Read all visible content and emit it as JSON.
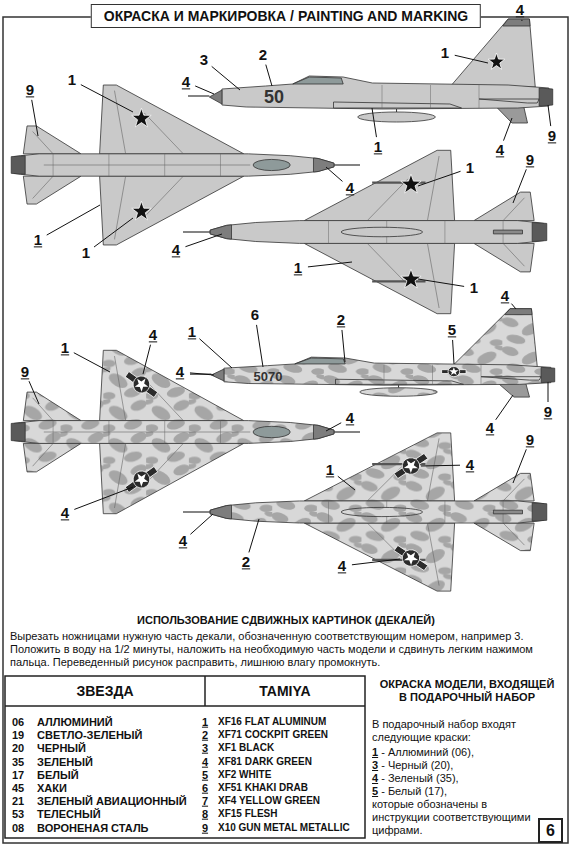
{
  "diagram": {
    "title": "ОКРАСКА И МАРКИРОВКА / PAINTING AND MARKING",
    "nodes": [
      {
        "text": [
          "6"
        ]
      }
    ],
    "labels": [
      "1",
      "9",
      "1",
      "1",
      "4",
      "3",
      "2",
      "50",
      "4",
      "1",
      "1",
      "4",
      "4",
      "9",
      "9",
      "1",
      "4",
      "1",
      "1",
      "1",
      "4",
      "9",
      "4",
      "4",
      "6",
      "5070",
      "1",
      "4",
      "2",
      "5",
      "4",
      "4",
      "9",
      "9",
      "4",
      "1",
      "4",
      "2",
      "4",
      "ИСПОЛЬЗОВАНИЕ СДВИЖНЫХ КАРТИНОК (ДЕКАЛЕЙ)",
      "Вырезать ножницами нужную часть декали, обозначенную соответствующим номером, например 3. Положить в воду на 1/2 минуты, наложить на необходимую часть модели и сдвинуть легким нажимом пальца. Переведенный рисунок расправить, лишнюю влагу промокнуть.",
      "ЗВЕЗДА",
      "TAMIYA",
      "06",
      "АЛЛЮМИНИЙ",
      "1",
      "XF16 FLAT ALUMINUM",
      "19",
      "СВЕТЛО-ЗЕЛЕНЫЙ",
      "2",
      "XF71 COCKPIT GREEN",
      "20",
      "ЧЕРНЫЙ",
      "3",
      "XF1 BLACK",
      "35",
      "ЗЕЛЕНЫЙ",
      "4",
      "XF81 DARK GREEN",
      "17",
      "БЕЛЫЙ",
      "5",
      "XF2 WHITE",
      "45",
      "ХАКИ",
      "6",
      "XF51 KHAKI DRAB",
      "21",
      "ЗЕЛЕНЫЙ АВИАЦИОННЫЙ",
      "7",
      "XF4 YELLOW GREEN",
      "53",
      "ТЕЛЕСНЫЙ",
      "8",
      "XF15 FLESH",
      "08",
      "ВОРОНЕНАЯ СТАЛЬ",
      "9",
      "X10 GUN METAL METALLIC",
      "ОКРАСКА МОДЕЛИ, ВХОДЯЩЕЙ В ПОДАРОЧНЫЙ НАБОР",
      "В подарочный набор входят следующие краски:",
      "1 - Аллюминий (06),",
      "3 - Черный (20),",
      "4 - Зеленый (35),",
      "5 - Белый (17),",
      "которые обозначены в инструкции соответствующими цифрами."
    ]
  }
}
